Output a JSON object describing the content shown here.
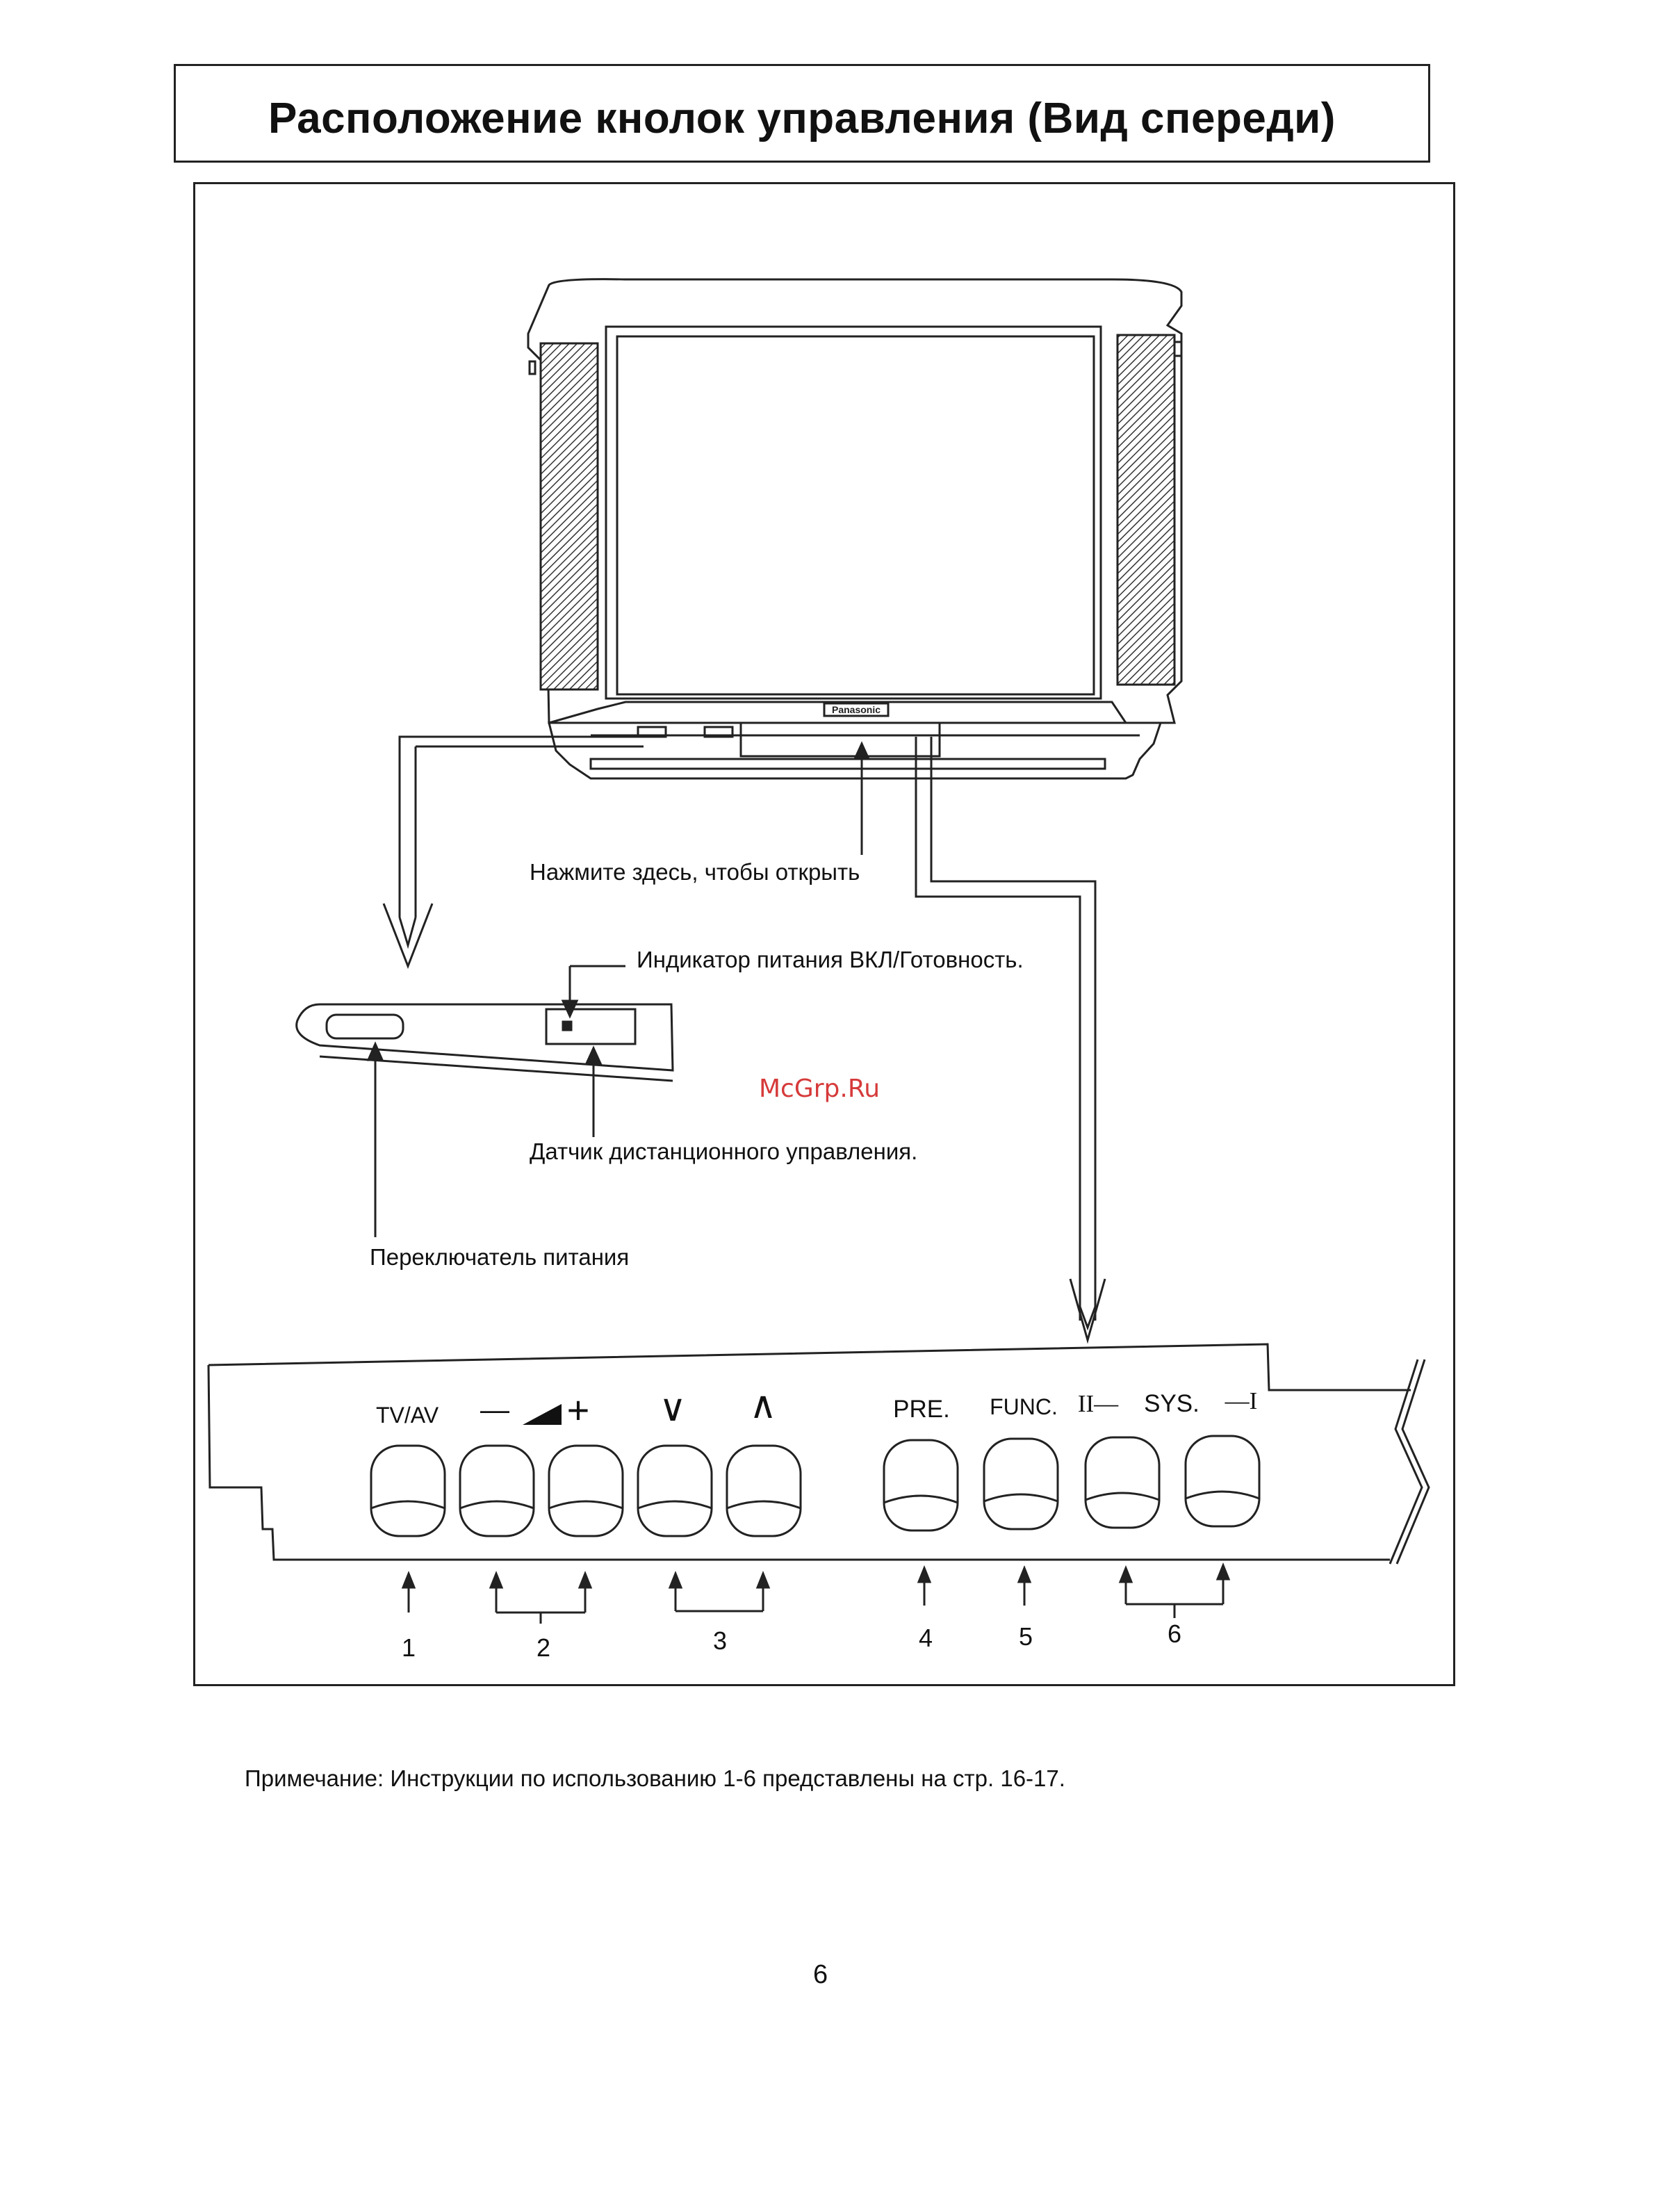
{
  "title": "Расположение кнолок управления (Вид спереди)",
  "tv": {
    "brand_label": "Panasonic"
  },
  "labels": {
    "press_to_open": "Нажмите здесь, чтобы открыть",
    "power_indicator": "Индикатор питания ВКЛ/Готовность.",
    "remote_sensor": "Датчик дистанционного управления.",
    "power_switch": "Переключатель питания"
  },
  "watermark": "McGrp.Ru",
  "controls": {
    "tv_av": "TV/AV",
    "vol_minus": "—",
    "vol_plus": "+",
    "ch_down": "∨",
    "ch_up": "∧",
    "pre": "PRE.",
    "func": "FUNC.",
    "sys_left": "II—",
    "sys": "SYS.",
    "sys_right": "—I"
  },
  "callout_numbers": [
    "1",
    "2",
    "3",
    "4",
    "5",
    "6"
  ],
  "note": "Примечание: Инструкции по использованию 1-6 представлены на стр. 16-17.",
  "page_number": "6"
}
